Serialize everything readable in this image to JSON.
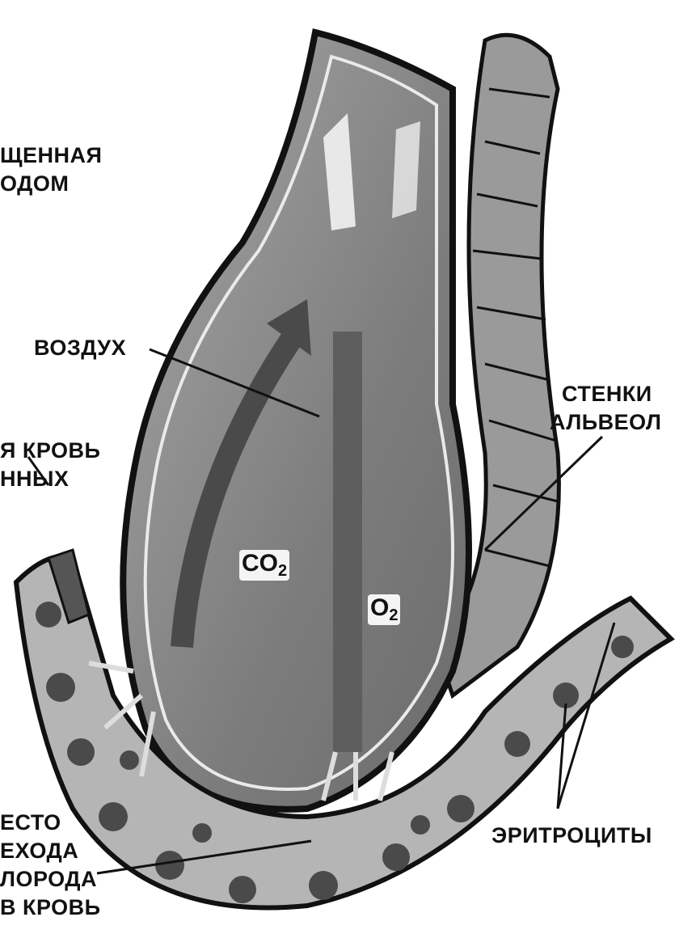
{
  "diagram": {
    "labels": {
      "top_left_line1": "ЩЕННАЯ",
      "top_left_line2": "ОДОМ",
      "air": "ВОЗДУХ",
      "walls_line1": "СТЕНКИ",
      "walls_line2": "АЛЬВЕОЛ",
      "blood_line1": "Я КРОВЬ",
      "blood_line2": "ННЫХ",
      "place_line1": "ЕСТО",
      "place_line2": "ЕХОДА",
      "place_line3": "ЛОРОДА",
      "place_line4": "В КРОВЬ",
      "erythrocytes": "ЭРИТРОЦИТЫ"
    },
    "gases": {
      "co2_main": "CO",
      "co2_sub": "2",
      "o2_main": "O",
      "o2_sub": "2"
    },
    "colors": {
      "ink": "#111111",
      "alveolus_fill": "#8c8c8c",
      "capillary_fill": "#b5b5b5",
      "cell_spot": "#4a4a4a"
    }
  }
}
